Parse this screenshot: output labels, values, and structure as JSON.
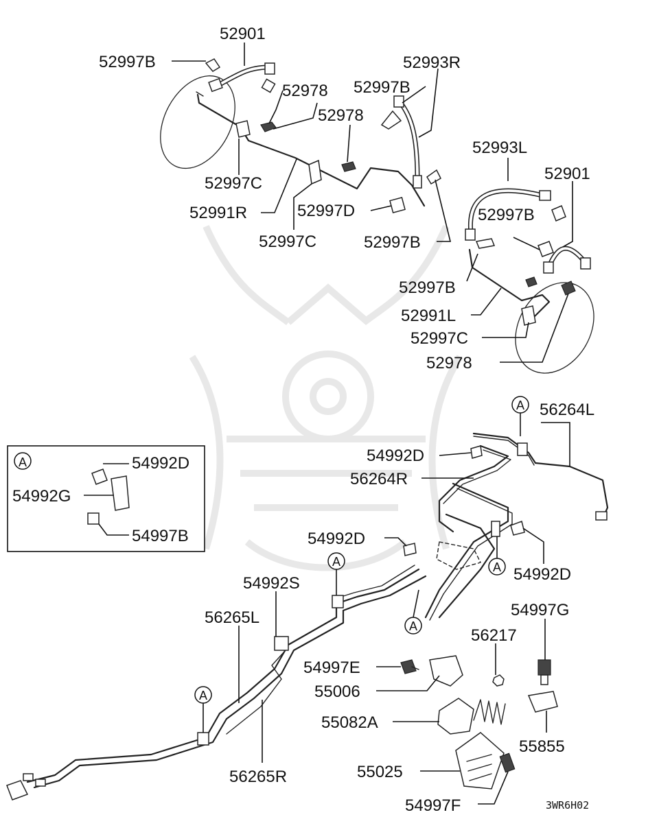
{
  "diagram_code": "3WR6H02",
  "marker_letter": "A",
  "callouts": {
    "c52901_top": "52901",
    "c52997B_top": "52997B",
    "c52978_a": "52978",
    "c52978_b": "52978",
    "c52997C_a": "52997C",
    "c52991R": "52991R",
    "c52997C_b": "52997C",
    "c52997D": "52997D",
    "c52993R": "52993R",
    "c52997B_mid": "52997B",
    "c52997B_low": "52997B",
    "c52993L": "52993L",
    "c52901_right": "52901",
    "c52997B_right": "52997B",
    "c52997B_right2": "52997B",
    "c52991L": "52991L",
    "c52997C_right": "52997C",
    "c52978_right": "52978",
    "c56264L": "56264L",
    "c54992D_a": "54992D",
    "c56264R": "56264R",
    "c54992D_b": "54992D",
    "c54992D_c": "54992D",
    "c54992S": "54992S",
    "c56265L": "56265L",
    "c56265R": "56265R",
    "c54997G": "54997G",
    "c56217": "56217",
    "c54997E": "54997E",
    "c55006": "55006",
    "c55082A": "55082A",
    "c55855": "55855",
    "c55025": "55025",
    "c54997F": "54997F"
  },
  "detail_box": {
    "marker": "A",
    "c54992D": "54992D",
    "c54992G": "54992G",
    "c54997B": "54997B"
  }
}
